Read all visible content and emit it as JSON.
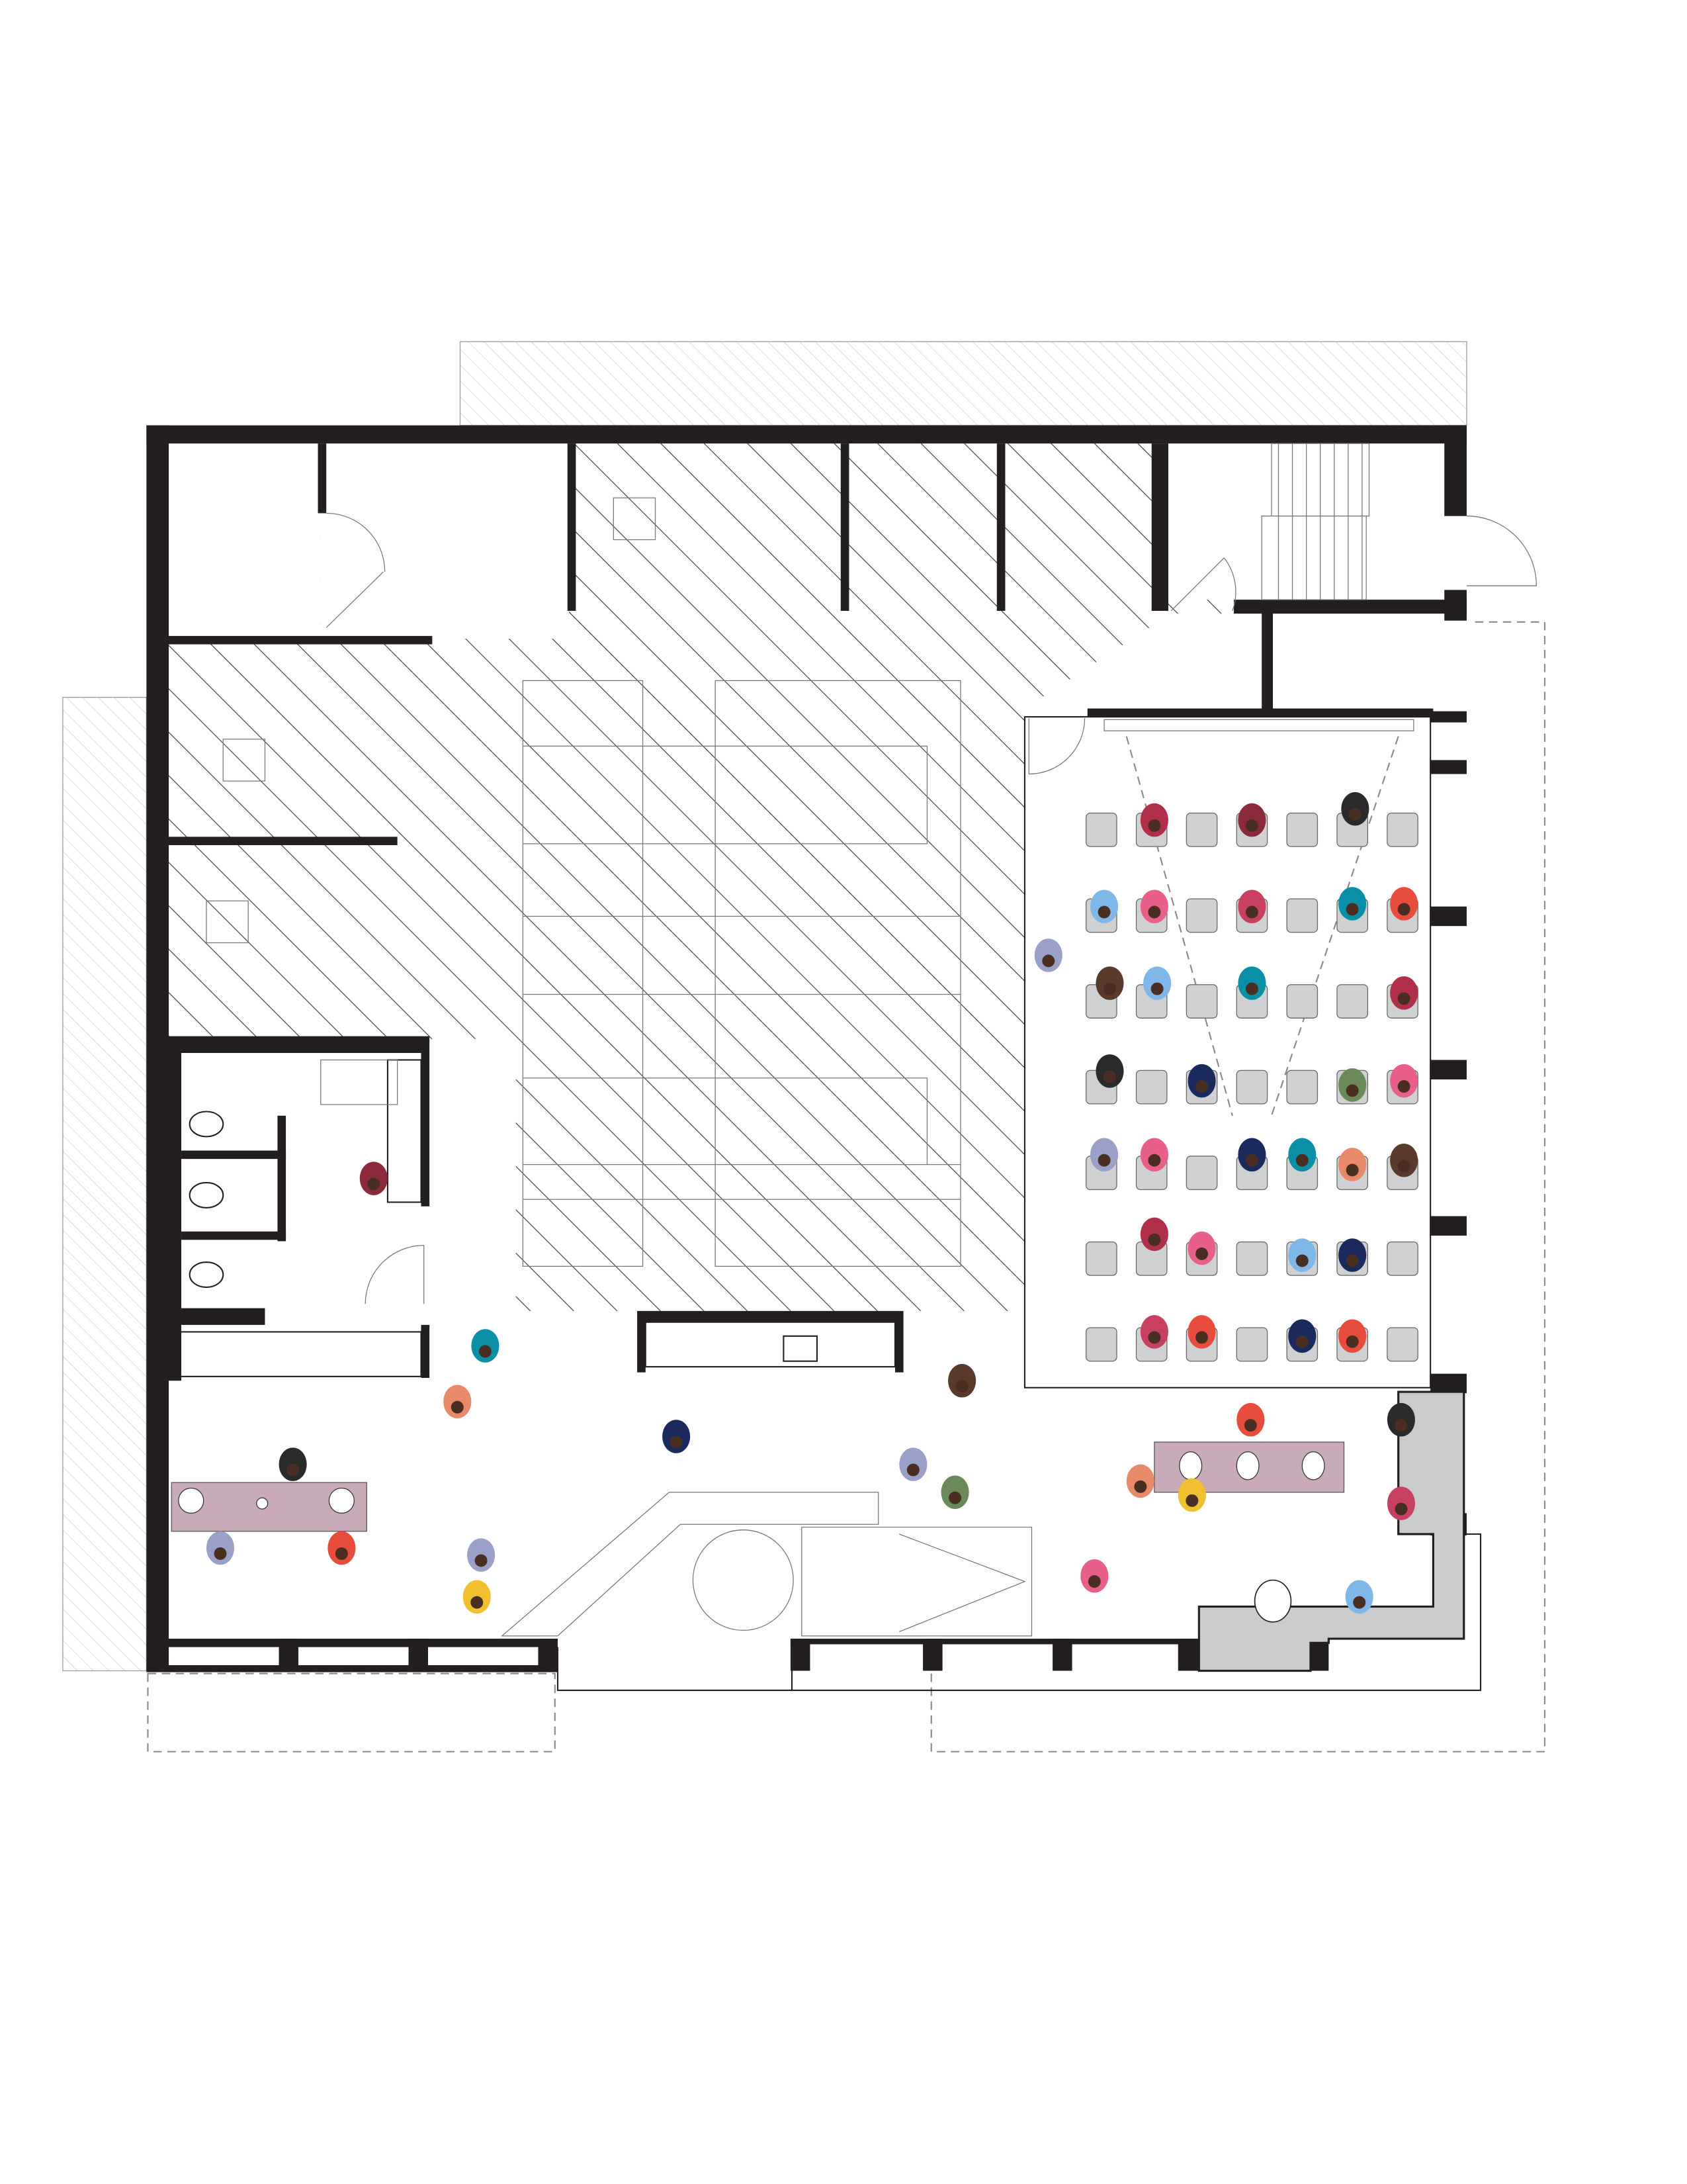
{
  "plan": {
    "type": "floor-plan",
    "auditorium": {
      "rows": 7,
      "cols": 7
    },
    "colors": {
      "wall": "#231f20",
      "table": "#c9aab8",
      "chair": "#cfd0d2",
      "floor_gray": "#cbcbcd",
      "hatch": "#3a3a3a",
      "people": [
        "#b0304a",
        "#e84c3d",
        "#0a8fa6",
        "#1b2a5c",
        "#8b2a3a",
        "#e8608a",
        "#f0c030",
        "#7fb8e8",
        "#5a3a2a",
        "#6a8a5a",
        "#e88a6a",
        "#9aa0c8",
        "#2a2a2a",
        "#c84060"
      ]
    }
  }
}
